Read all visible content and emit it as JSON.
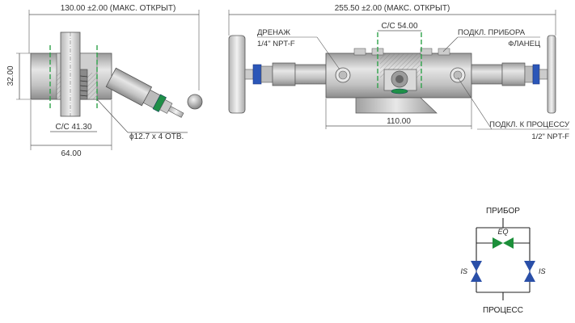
{
  "side_view": {
    "dim_top": "130.00 ±2.00 (МАКС. ОТКРЫТ)",
    "dim_height": "32.00",
    "dim_cc": "C/C 41.30",
    "dim_width": "64.00",
    "dim_holes": "ϕ12.7 x 4 ОТВ."
  },
  "front_view": {
    "dim_top": "255.50 ±2.00 (МАКС. ОТКРЫТ)",
    "dim_cc": "C/C 54.00",
    "dim_body": "110.00",
    "drain_label": "ДРЕНАЖ",
    "drain_thread": "1/4\" NPT-F",
    "instrument_label": "ПОДКЛ. ПРИБОРА",
    "flange_label": "ФЛАНЕЦ",
    "process_label": "ПОДКЛ. К ПРОЦЕССУ",
    "process_thread": "1/2\" NPT-F"
  },
  "schematic": {
    "top_label": "ПРИБОР",
    "bottom_label": "ПРОЦЕСС",
    "eq_label": "EQ",
    "is_left_label": "IS",
    "is_right_label": "IS",
    "colors": {
      "isolate": "#2a4fa8",
      "equalize": "#1c8f3a",
      "line": "#222222"
    }
  }
}
